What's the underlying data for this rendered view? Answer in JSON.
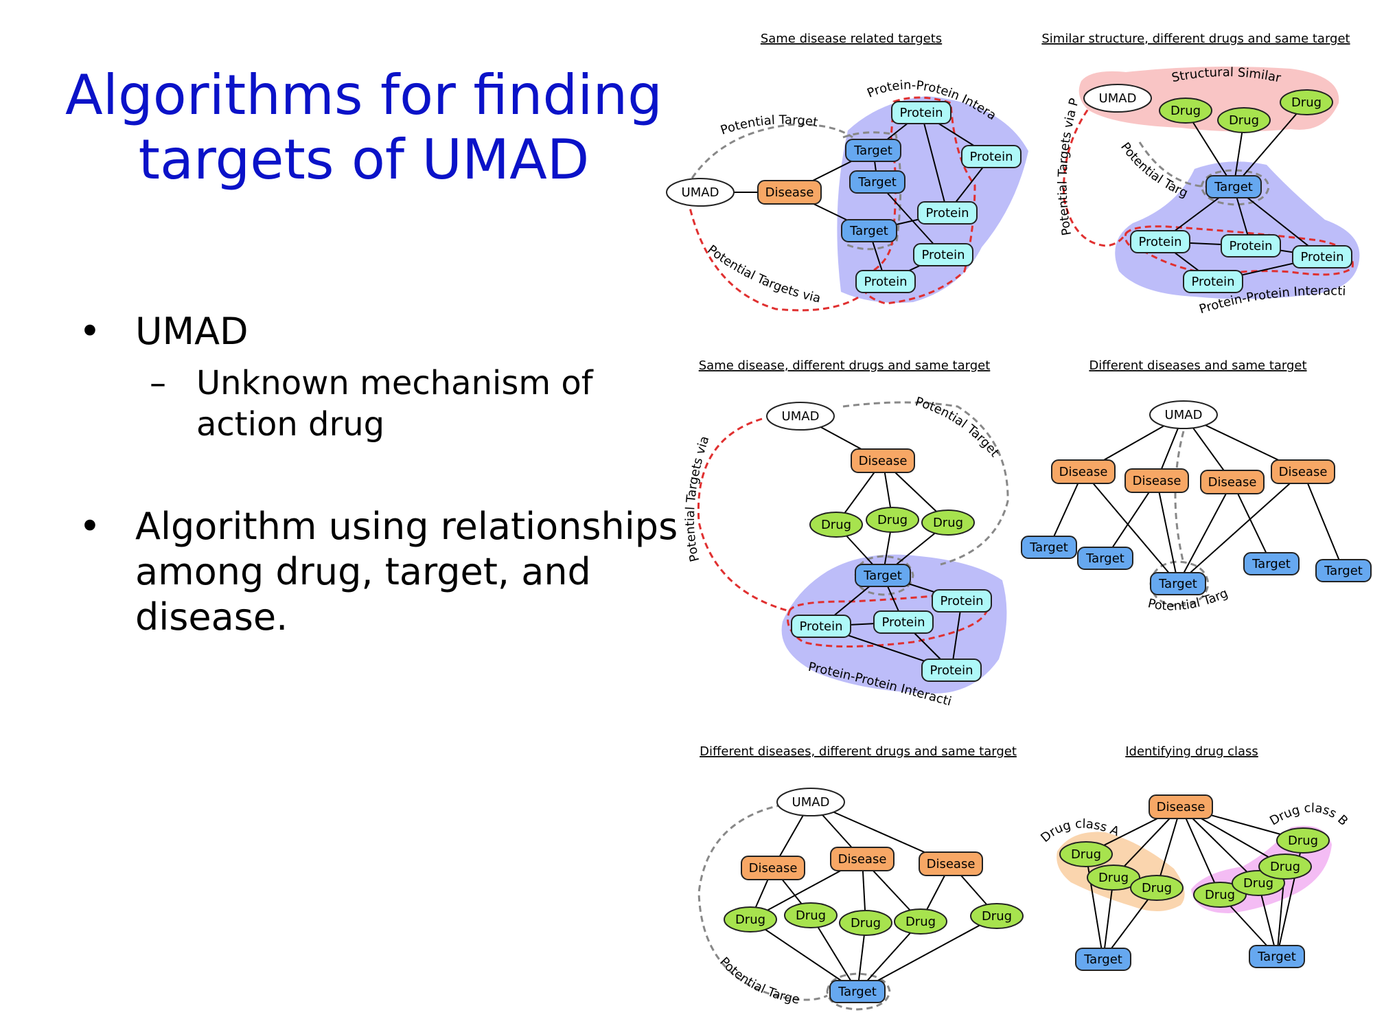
{
  "title": {
    "line1": "Algorithms for finding",
    "line2": "targets of UMAD"
  },
  "bullets": [
    {
      "marker": "•",
      "text": "UMAD",
      "sub": {
        "marker": "–",
        "text": "Unknown mechanism of action drug"
      }
    },
    {
      "marker": "•",
      "text": "Algorithm using relationships among drug, target, and disease."
    }
  ],
  "colors": {
    "title": "#0A12C8",
    "disease": "#F7A765",
    "target": "#66A8F0",
    "protein": "#AEF8F8",
    "drug": "#A7E34E",
    "umad": "#FFFFFF",
    "ppi_region": "#BDBDF9",
    "structural_region": "#F9C5C5",
    "drug_class_a_region": "#FAD5AE",
    "drug_class_b_region": "#F4BCF4",
    "via_ppi_dash": "#E03030",
    "potential_dash": "#888888"
  },
  "panels": [
    {
      "title": "Same disease related targets",
      "annotations": [
        "Protein-Protein Interaction",
        "Potential Targets",
        "Potential Targets via PPI"
      ],
      "nodes": [
        {
          "type": "umad",
          "label": "UMAD"
        },
        {
          "type": "disease",
          "label": "Disease"
        },
        {
          "type": "target",
          "label": "Target"
        },
        {
          "type": "target",
          "label": "Target"
        },
        {
          "type": "target",
          "label": "Target"
        },
        {
          "type": "protein",
          "label": "Protein"
        },
        {
          "type": "protein",
          "label": "Protein"
        },
        {
          "type": "protein",
          "label": "Protein"
        },
        {
          "type": "protein",
          "label": "Protein"
        },
        {
          "type": "protein",
          "label": "Protein"
        }
      ]
    },
    {
      "title": "Similar structure, different drugs and same target",
      "annotations": [
        "Structural Similarity",
        "Potential Targets via PPI",
        "Potential Target",
        "Protein-Protein Interaction"
      ],
      "nodes": [
        {
          "type": "umad",
          "label": "UMAD"
        },
        {
          "type": "drug",
          "label": "Drug"
        },
        {
          "type": "drug",
          "label": "Drug"
        },
        {
          "type": "drug",
          "label": "Drug"
        },
        {
          "type": "target",
          "label": "Target"
        },
        {
          "type": "protein",
          "label": "Protein"
        },
        {
          "type": "protein",
          "label": "Protein"
        },
        {
          "type": "protein",
          "label": "Protein"
        },
        {
          "type": "protein",
          "label": "Protein"
        }
      ]
    },
    {
      "title": "Same disease, different drugs and same target",
      "annotations": [
        "Potential Targets via PPI",
        "Potential Target",
        "Protein-Protein Interaction"
      ],
      "nodes": [
        {
          "type": "umad",
          "label": "UMAD"
        },
        {
          "type": "disease",
          "label": "Disease"
        },
        {
          "type": "drug",
          "label": "Drug"
        },
        {
          "type": "drug",
          "label": "Drug"
        },
        {
          "type": "drug",
          "label": "Drug"
        },
        {
          "type": "target",
          "label": "Target"
        },
        {
          "type": "protein",
          "label": "Protein"
        },
        {
          "type": "protein",
          "label": "Protein"
        },
        {
          "type": "protein",
          "label": "Protein"
        },
        {
          "type": "protein",
          "label": "Protein"
        }
      ]
    },
    {
      "title": "Different diseases and same target",
      "annotations": [
        "Potential Target"
      ],
      "nodes": [
        {
          "type": "umad",
          "label": "UMAD"
        },
        {
          "type": "disease",
          "label": "Disease"
        },
        {
          "type": "disease",
          "label": "Disease"
        },
        {
          "type": "disease",
          "label": "Disease"
        },
        {
          "type": "disease",
          "label": "Disease"
        },
        {
          "type": "target",
          "label": "Target"
        },
        {
          "type": "target",
          "label": "Target"
        },
        {
          "type": "target",
          "label": "Target"
        },
        {
          "type": "target",
          "label": "Target"
        },
        {
          "type": "target",
          "label": "Target"
        }
      ]
    },
    {
      "title": "Different diseases, different drugs and same target",
      "annotations": [
        "Potential Target"
      ],
      "nodes": [
        {
          "type": "umad",
          "label": "UMAD"
        },
        {
          "type": "disease",
          "label": "Disease"
        },
        {
          "type": "disease",
          "label": "Disease"
        },
        {
          "type": "disease",
          "label": "Disease"
        },
        {
          "type": "drug",
          "label": "Drug"
        },
        {
          "type": "drug",
          "label": "Drug"
        },
        {
          "type": "drug",
          "label": "Drug"
        },
        {
          "type": "drug",
          "label": "Drug"
        },
        {
          "type": "drug",
          "label": "Drug"
        },
        {
          "type": "target",
          "label": "Target"
        }
      ]
    },
    {
      "title": "Identifying drug class",
      "annotations": [
        "Drug class A",
        "Drug class B"
      ],
      "nodes": [
        {
          "type": "disease",
          "label": "Disease"
        },
        {
          "type": "drug",
          "label": "Drug"
        },
        {
          "type": "drug",
          "label": "Drug"
        },
        {
          "type": "drug",
          "label": "Drug"
        },
        {
          "type": "drug",
          "label": "Drug"
        },
        {
          "type": "drug",
          "label": "Drug"
        },
        {
          "type": "drug",
          "label": "Drug"
        },
        {
          "type": "drug",
          "label": "Drug"
        },
        {
          "type": "target",
          "label": "Target"
        },
        {
          "type": "target",
          "label": "Target"
        }
      ]
    }
  ]
}
